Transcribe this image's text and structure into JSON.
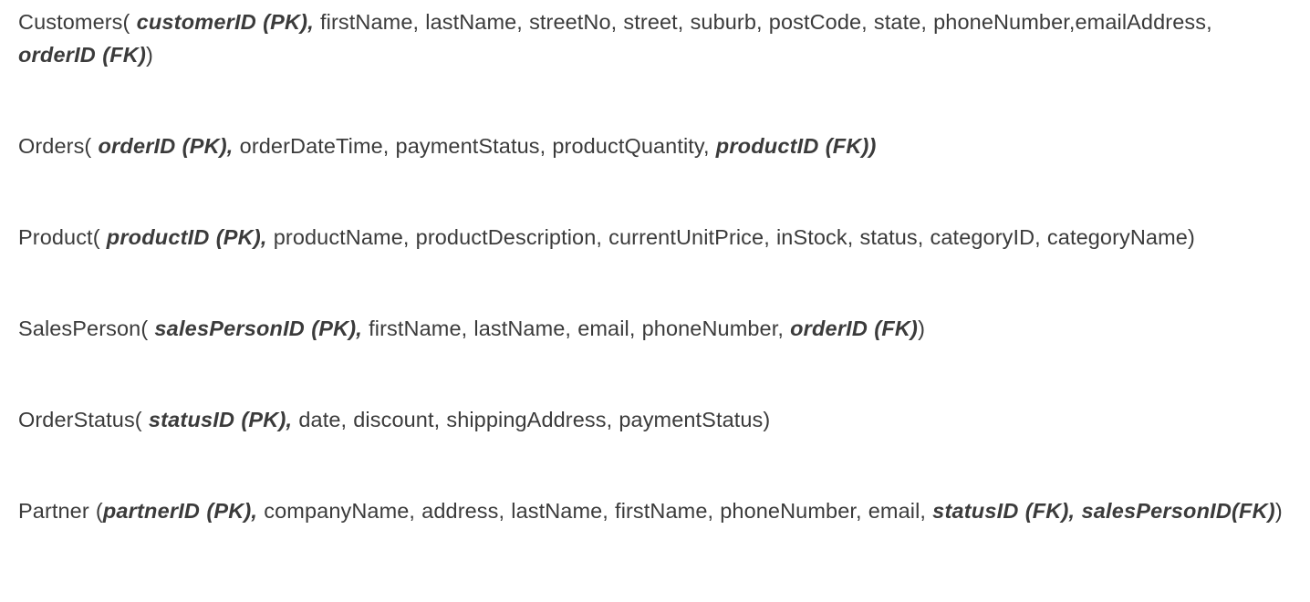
{
  "document": {
    "type": "relational-schema-listing",
    "text_color": "#3b3b3b",
    "background_color": "#ffffff",
    "relations": [
      {
        "id": "customers",
        "name": "Customers",
        "open": "( ",
        "segments": [
          {
            "text": "customerID (PK),",
            "style": "key"
          },
          {
            "text": " firstName, lastName, streetNo, street, suburb, postCode, state, phoneNumber,emailAddress, ",
            "style": "plain"
          },
          {
            "text": "orderID (FK)",
            "style": "key"
          },
          {
            "text": ")",
            "style": "plain"
          }
        ]
      },
      {
        "id": "orders",
        "name": "Orders",
        "open": "( ",
        "segments": [
          {
            "text": "orderID (PK),",
            "style": "key"
          },
          {
            "text": " orderDateTime, paymentStatus, productQuantity, ",
            "style": "plain"
          },
          {
            "text": "productID (FK))",
            "style": "key"
          }
        ]
      },
      {
        "id": "product",
        "name": "Product",
        "open": "( ",
        "segments": [
          {
            "text": "productID (PK),",
            "style": "key"
          },
          {
            "text": " productName, productDescription, currentUnitPrice, inStock, status, categoryID, categoryName)",
            "style": "plain"
          }
        ]
      },
      {
        "id": "salesperson",
        "name": "SalesPerson",
        "open": "( ",
        "segments": [
          {
            "text": "salesPersonID (PK),",
            "style": "key"
          },
          {
            "text": " firstName, lastName, email, phoneNumber, ",
            "style": "plain"
          },
          {
            "text": "orderID (FK)",
            "style": "key"
          },
          {
            "text": ")",
            "style": "plain"
          }
        ]
      },
      {
        "id": "orderstatus",
        "name": "OrderStatus",
        "open": "( ",
        "segments": [
          {
            "text": "statusID (PK),",
            "style": "key"
          },
          {
            "text": " date, discount, shippingAddress, paymentStatus)",
            "style": "plain"
          }
        ]
      },
      {
        "id": "partner",
        "name": "Partner",
        "open": " (",
        "segments": [
          {
            "text": "partnerID (PK),",
            "style": "key"
          },
          {
            "text": " companyName, address, lastName, firstName, phoneNumber, email, ",
            "style": "plain"
          },
          {
            "text": "statusID (FK), salesPersonID(FK)",
            "style": "key"
          },
          {
            "text": ")",
            "style": "plain"
          }
        ]
      }
    ]
  }
}
